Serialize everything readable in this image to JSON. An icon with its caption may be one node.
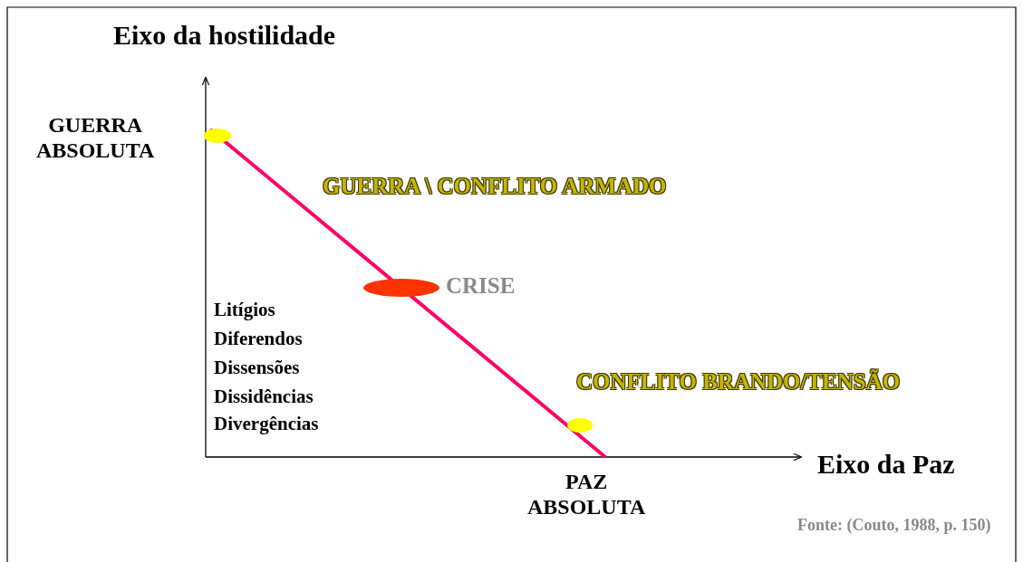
{
  "diagram": {
    "labels": [
      "Eixo da hostilidade",
      "GUERRA ABSOLUTA",
      "GUERRA \\ CONFLITO ARMADO",
      "CRISE",
      "Litígios",
      "Diferendos",
      "Dissensões",
      "Dissidências",
      "Divergências",
      "CONFLITO BRANDO/TENSÃO",
      "Eixo da Paz",
      "PAZ ABSOLUTA",
      "Fonte: (Couto, 1988, p. 150)"
    ]
  }
}
